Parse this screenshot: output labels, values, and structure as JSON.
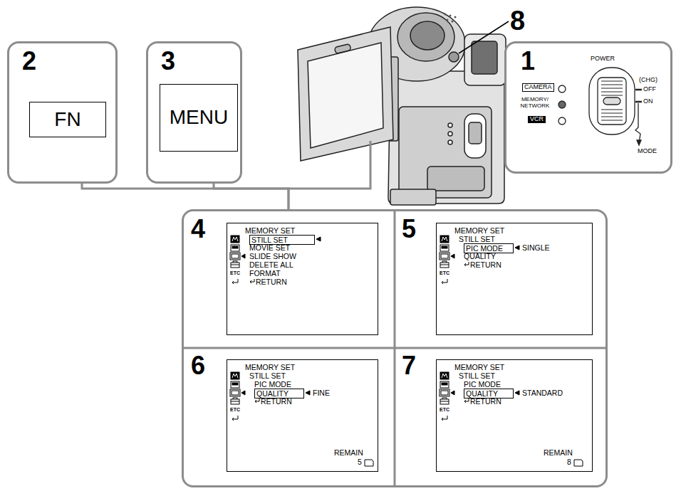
{
  "diagram": {
    "nodes": [
      {
        "text": [
          "2"
        ]
      },
      {
        "text": [
          "FN"
        ],
        "in": 0
      },
      {
        "text": [
          "3"
        ]
      },
      {
        "text": [
          "MENU"
        ],
        "in": 2
      },
      {
        "text": [
          "1",
          "POWER",
          "CAMERA",
          "MEMORY/ NETWORK",
          "VCR",
          "(CHG)",
          "OFF",
          "ON",
          "MODE"
        ]
      },
      {
        "text": []
      },
      {
        "text": [
          "4"
        ],
        "in": 5
      },
      {
        "text": [
          "MEMORY SET",
          "STILL SET",
          "MOVIE SET",
          "SLIDE SHOW",
          "DELETE ALL",
          "FORMAT",
          "RETURN",
          "ETC"
        ],
        "in": 6
      },
      {
        "text": [
          "5"
        ],
        "in": 5
      },
      {
        "text": [
          "MEMORY SET",
          "STILL SET",
          "PIC MODE",
          "SINGLE",
          "QUALITY",
          "RETURN",
          "ETC"
        ],
        "in": 8
      },
      {
        "text": [
          "6"
        ],
        "in": 5
      },
      {
        "text": [
          "MEMORY SET",
          "STILL SET",
          "PIC MODE",
          "QUALITY",
          "FINE",
          "RETURN",
          "ETC",
          "REMAIN",
          "5"
        ],
        "in": 10
      },
      {
        "text": [
          "7"
        ],
        "in": 5
      },
      {
        "text": [
          "MEMORY SET",
          "STILL SET",
          "PIC MODE",
          "QUALITY",
          "STANDARD",
          "RETURN",
          "ETC",
          "REMAIN",
          "8"
        ],
        "in": 12
      }
    ],
    "edges": [
      {
        "from": 0,
        "to": 5,
        "arrow": "none"
      },
      {
        "from": 2,
        "to": 5,
        "arrow": "none"
      }
    ],
    "labels": [
      "8"
    ]
  }
}
